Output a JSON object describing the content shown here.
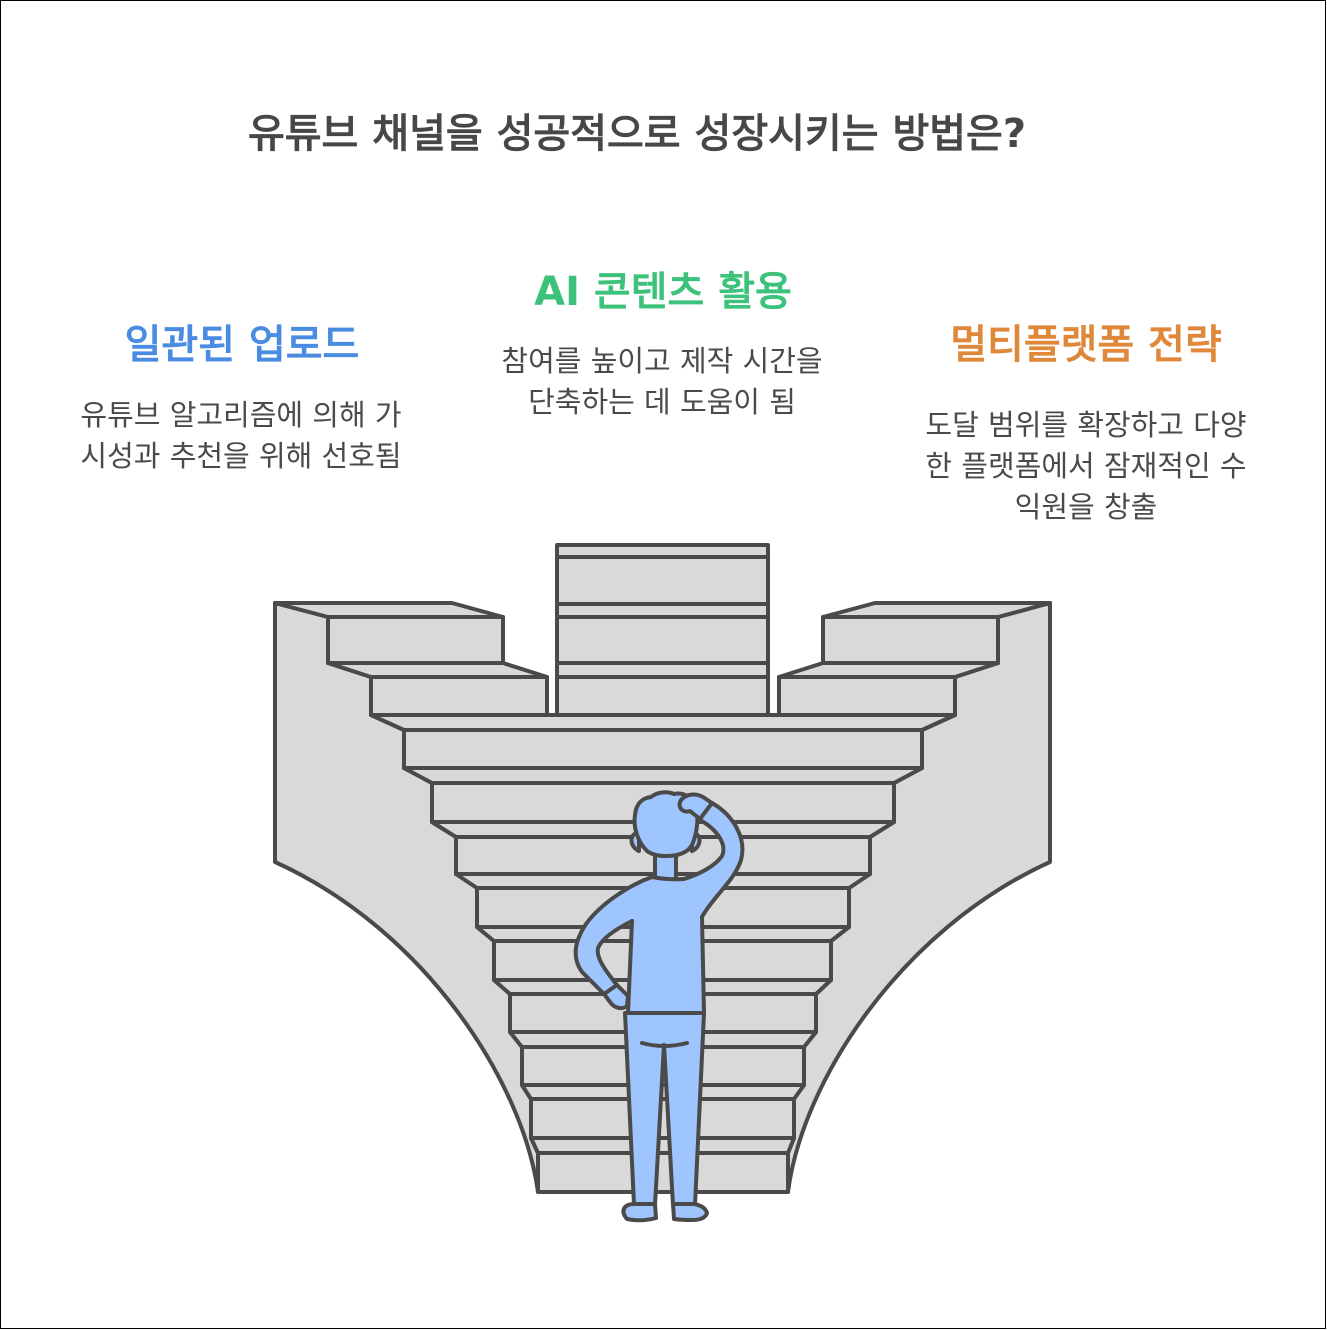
{
  "title": "유튜브 채널을 성공적으로 성장시키는 방법은?",
  "colors": {
    "background": "#ffffff",
    "title": "#474747",
    "text": "#4a4a4a",
    "stair_fill": "#d9d9d9",
    "line": "#4a4a4a",
    "person_fill": "#9ec5fe"
  },
  "sections": [
    {
      "heading": "일관된 업로드",
      "color": "#4a8ce2",
      "description_lines": [
        "유튜브 알고리즘에 의해 가",
        "시성과 추천을 위해 선호됨"
      ]
    },
    {
      "heading": "AI 콘텐츠 활용",
      "color": "#3dc27c",
      "description_lines": [
        "참여를 높이고 제작 시간을",
        "단축하는 데 도움이 됨"
      ]
    },
    {
      "heading": "멀티플랫폼 전략",
      "color": "#e0883a",
      "description_lines": [
        "도달 범위를 확장하고 다양",
        "한 플랫폼에서 잠재적인 수",
        "익원을 창출"
      ]
    }
  ],
  "illustration": {
    "icons": [
      "staircase-icon",
      "person-scratching-head-icon"
    ]
  }
}
